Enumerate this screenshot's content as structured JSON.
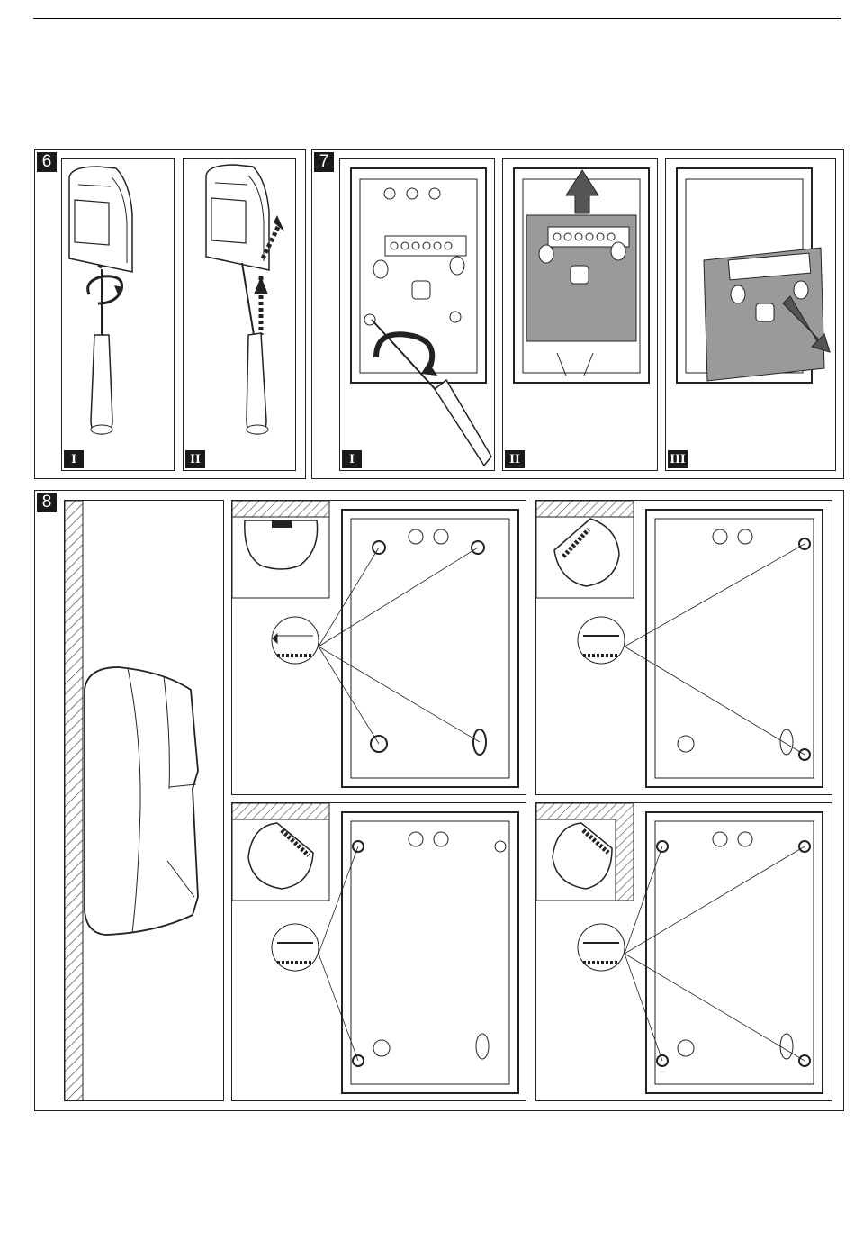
{
  "figures": {
    "fig6": {
      "number": "6",
      "steps": [
        "I",
        "II"
      ]
    },
    "fig7": {
      "number": "7",
      "steps": [
        "I",
        "II",
        "III"
      ]
    },
    "fig8": {
      "number": "8"
    }
  },
  "colors": {
    "pcb": "#9a9a9a",
    "ink": "#1a1a1a",
    "hatch": "#555555"
  }
}
